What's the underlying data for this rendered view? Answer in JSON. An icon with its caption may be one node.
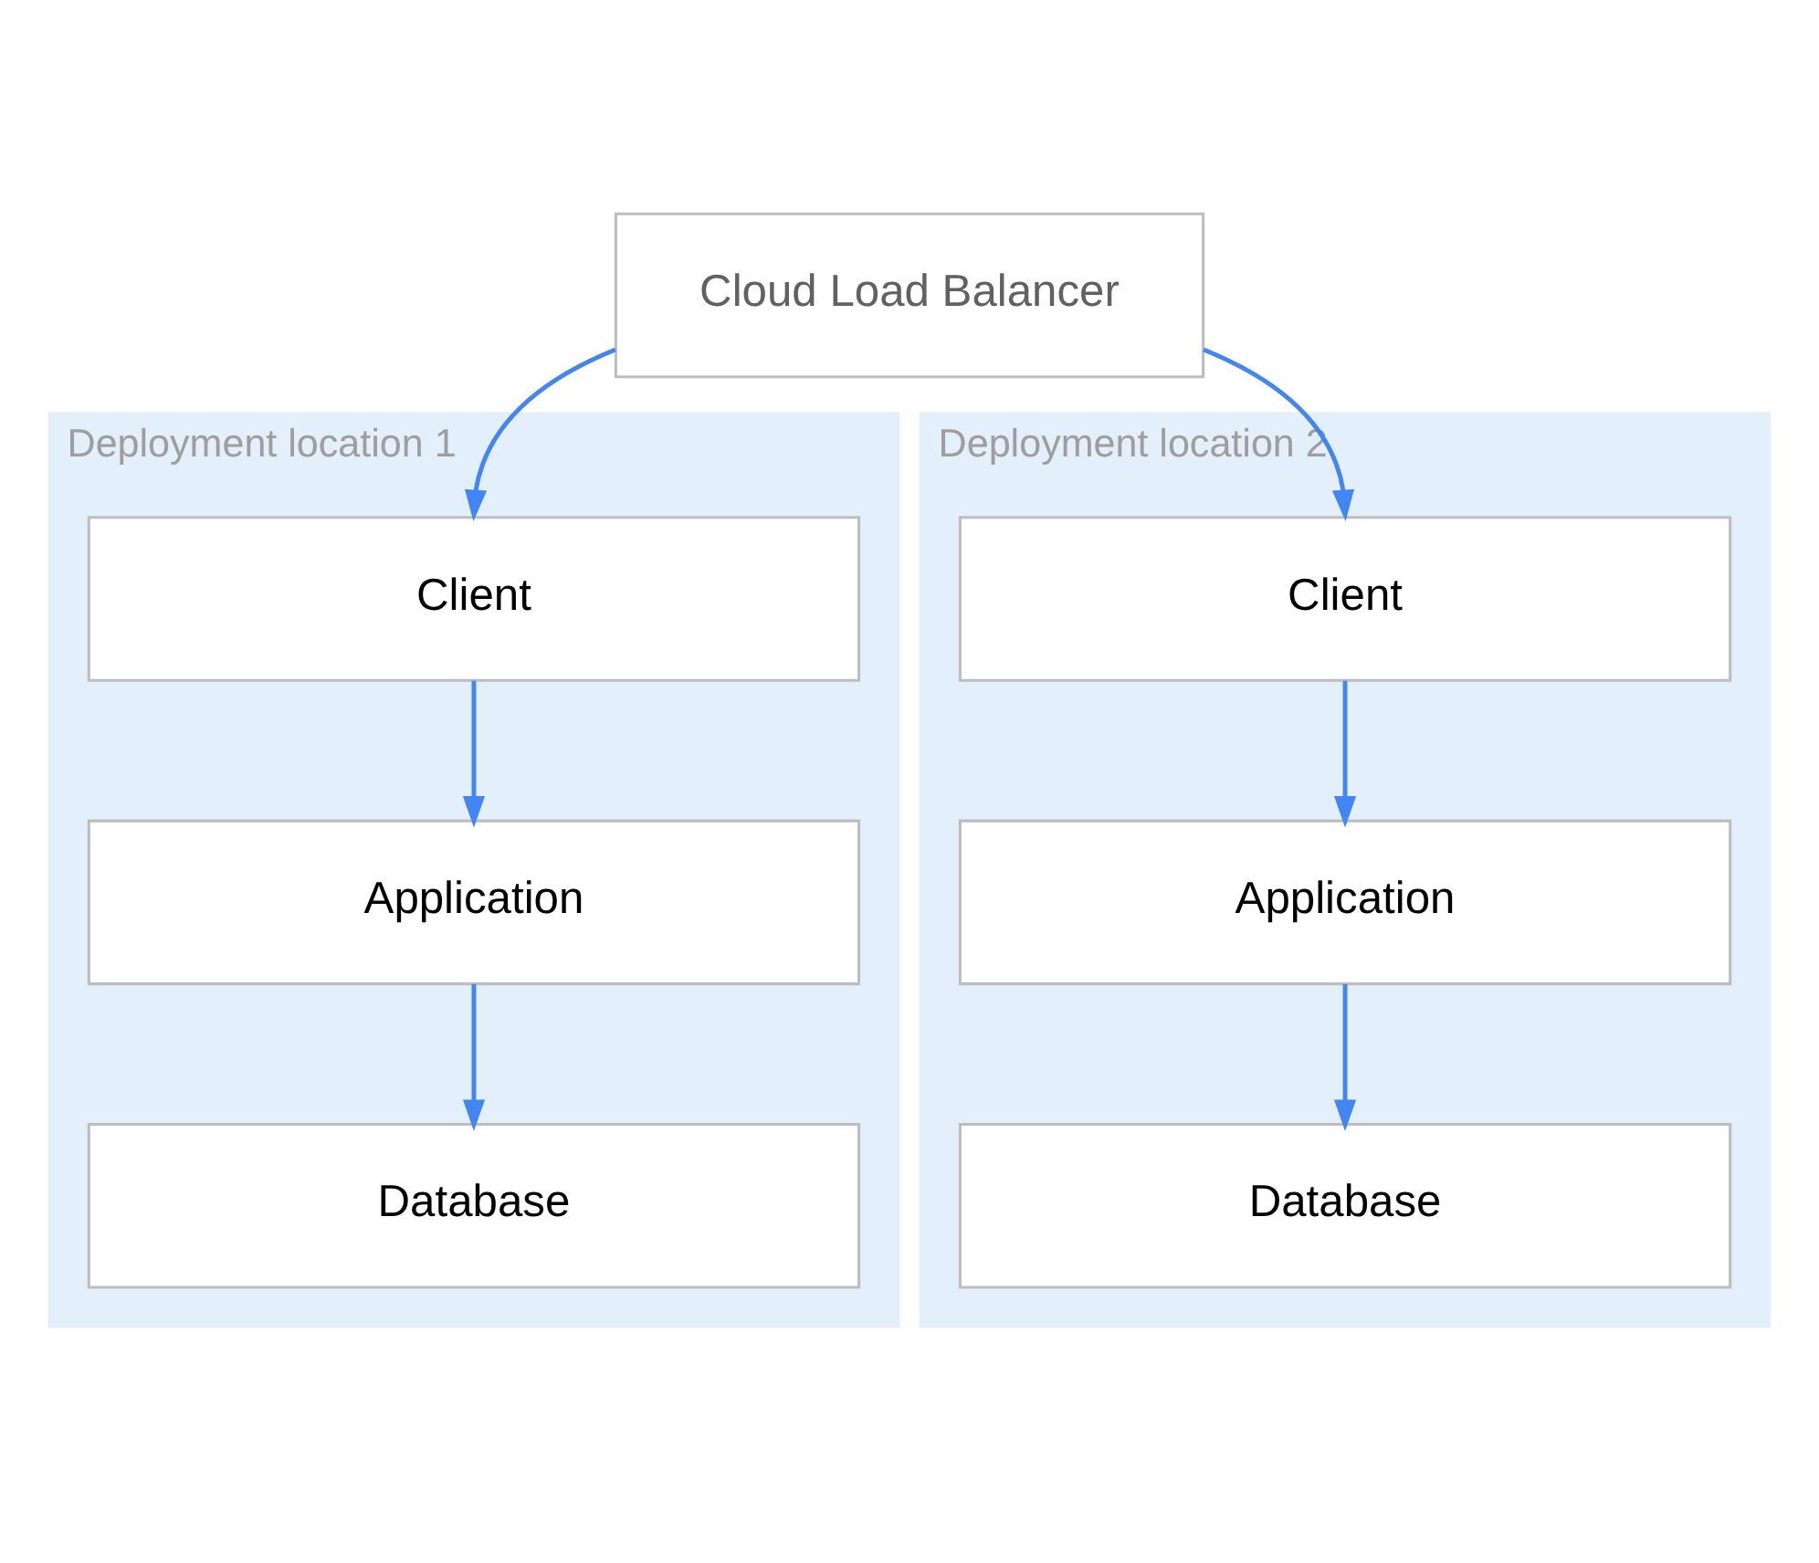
{
  "diagram": {
    "nodes": [
      {
        "text": [
          "Cloud Load Balancer"
        ]
      },
      {
        "text": [
          "Deployment location 1"
        ]
      },
      {
        "text": [
          "Client"
        ],
        "in": 1
      },
      {
        "text": [
          "Application"
        ],
        "in": 1
      },
      {
        "text": [
          "Database"
        ],
        "in": 1
      },
      {
        "text": [
          "Deployment location 2"
        ]
      },
      {
        "text": [
          "Client"
        ],
        "in": 5
      },
      {
        "text": [
          "Application"
        ],
        "in": 5
      },
      {
        "text": [
          "Database"
        ],
        "in": 5
      }
    ],
    "edges": [
      {
        "from": 0,
        "to": 2,
        "arrow": "to"
      },
      {
        "from": 0,
        "to": 6,
        "arrow": "to"
      },
      {
        "from": 2,
        "to": 3,
        "arrow": "to"
      },
      {
        "from": 3,
        "to": 4,
        "arrow": "to"
      },
      {
        "from": 6,
        "to": 7,
        "arrow": "to"
      },
      {
        "from": 7,
        "to": 8,
        "arrow": "to"
      }
    ]
  }
}
